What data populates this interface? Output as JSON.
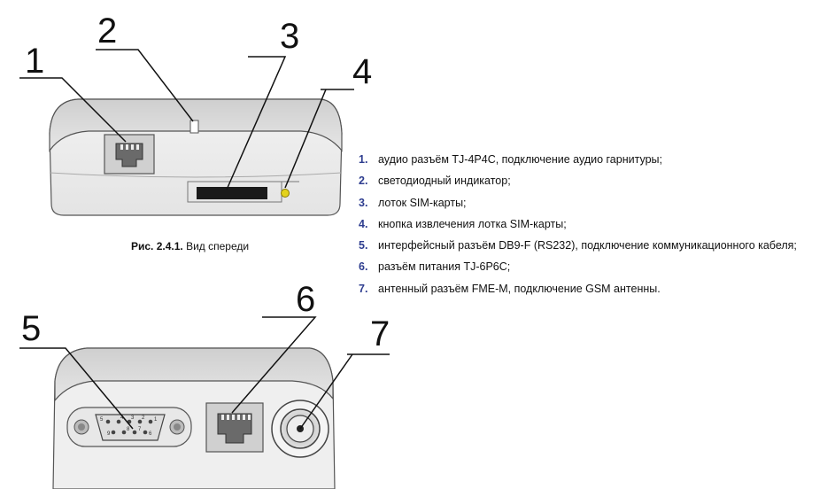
{
  "figure_front": {
    "callouts": [
      "1",
      "2",
      "3",
      "4"
    ],
    "caption_label": "Рис. 2.4.1.",
    "caption_text": " Вид спереди"
  },
  "figure_back": {
    "callouts": [
      "5",
      "6",
      "7"
    ],
    "db9_pins": [
      "5",
      "4",
      "3",
      "2",
      "1",
      "9",
      "8",
      "7",
      "6"
    ]
  },
  "legend": [
    {
      "num": "1.",
      "text": "аудио разъём TJ-4P4C, подключение аудио гарнитуры;"
    },
    {
      "num": "2.",
      "text": "светодиодный индикатор;"
    },
    {
      "num": "3.",
      "text": "лоток SIM-карты;"
    },
    {
      "num": "4.",
      "text": "кнопка извлечения лотка SIM-карты;"
    },
    {
      "num": "5.",
      "text": "интерфейсный разъём DB9-F (RS232), подключение коммуникационного кабеля;"
    },
    {
      "num": "6.",
      "text": "разъём питания TJ-6P6C;"
    },
    {
      "num": "7.",
      "text": "антенный разъём FME-M, подключение GSM антенны."
    }
  ],
  "colors": {
    "legend_number": "#2e3d8f",
    "led": "#e3d21c",
    "body_top": "#d9d9d9",
    "body_front": "#eeeeee"
  }
}
